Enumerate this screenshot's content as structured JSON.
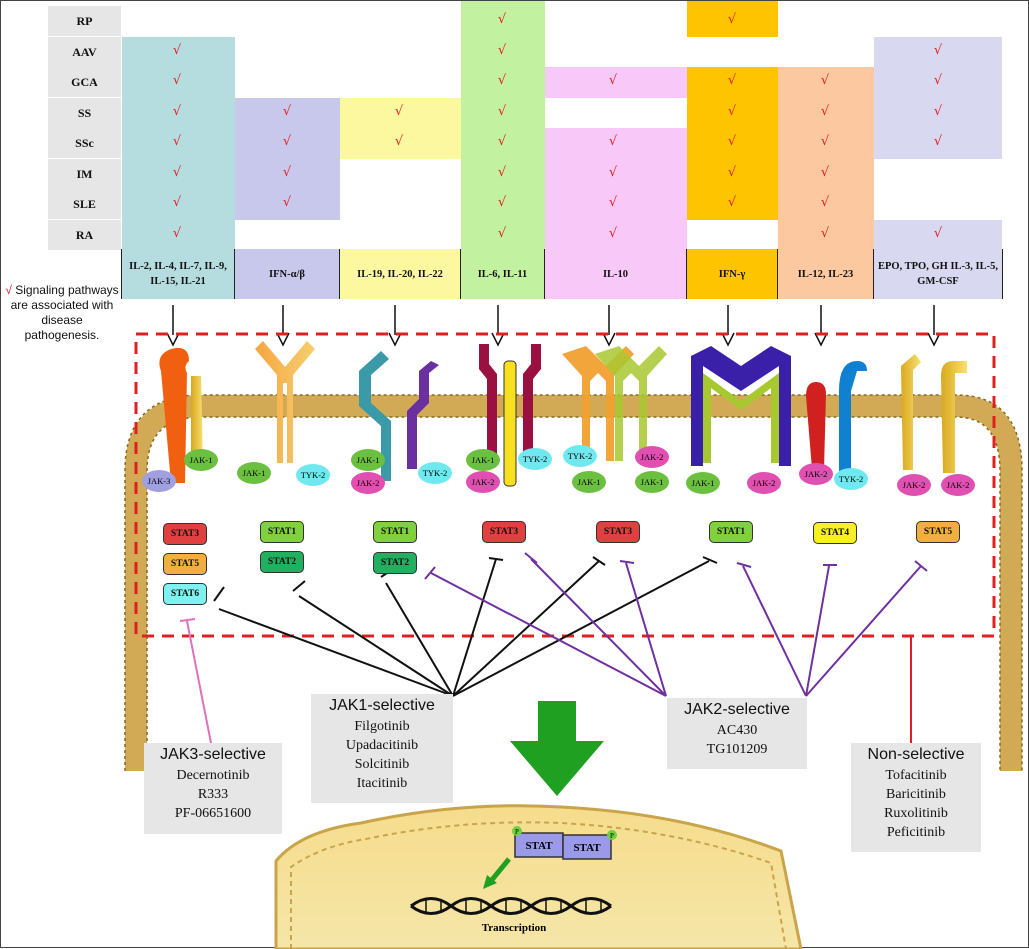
{
  "diseases": [
    "RP",
    "AAV",
    "GCA",
    "SS",
    "SSc",
    "IM",
    "SLE",
    "RA"
  ],
  "check_symbol": "√",
  "cytokines": [
    {
      "label": "IL-2, IL-4, IL-7, IL-9, IL-15, IL-21",
      "color": "#b5dde0"
    },
    {
      "label": "IFN-α/β",
      "color": "#c8c8ec"
    },
    {
      "label": "IL-19, IL-20, IL-22",
      "color": "#fbf8a0"
    },
    {
      "label": "IL-6, IL-11",
      "color": "#c2f2a0"
    },
    {
      "label": "IL-10",
      "color": "#f8c8f8"
    },
    {
      "label": "IFN-γ",
      "color": "#ffc400"
    },
    {
      "label": "IL-12, IL-23",
      "color": "#fbc8a0"
    },
    {
      "label": "EPO, TPO, GH IL-3, IL-5, GM-CSF",
      "color": "#d8d8f0"
    }
  ],
  "associations": [
    [
      false,
      true,
      true,
      true,
      true,
      true,
      true,
      true
    ],
    [
      false,
      false,
      false,
      true,
      true,
      true,
      true,
      false
    ],
    [
      false,
      false,
      false,
      true,
      true,
      false,
      false,
      false
    ],
    [
      true,
      true,
      true,
      true,
      true,
      true,
      true,
      true
    ],
    [
      false,
      false,
      true,
      false,
      true,
      true,
      true,
      true
    ],
    [
      true,
      false,
      true,
      true,
      true,
      true,
      true,
      false
    ],
    [
      false,
      false,
      true,
      true,
      true,
      true,
      true,
      true
    ],
    [
      false,
      true,
      true,
      true,
      true,
      false,
      false,
      true
    ]
  ],
  "legend": {
    "mark": "√",
    "text": "Signaling pathways are associated with disease pathogenesis."
  },
  "jaks": [
    {
      "name": "JAK-3",
      "color": "#a0a0e0"
    },
    {
      "name": "JAK-1",
      "color": "#6cc040"
    },
    {
      "name": "TYK-2",
      "color": "#70e8f0"
    },
    {
      "name": "JAK-2",
      "color": "#e050b0"
    }
  ],
  "stats": [
    {
      "name": "STAT3",
      "color": "#e04040"
    },
    {
      "name": "STAT5",
      "color": "#f0b040"
    },
    {
      "name": "STAT6",
      "color": "#80f0f0"
    },
    {
      "name": "STAT1",
      "color": "#80d040"
    },
    {
      "name": "STAT2",
      "color": "#20b060"
    },
    {
      "name": "STAT4",
      "color": "#f8f020"
    }
  ],
  "drug_groups": [
    {
      "title": "JAK3-selective",
      "drugs": [
        "Decernotinib",
        "R333",
        "PF-06651600"
      ]
    },
    {
      "title": "JAK1-selective",
      "drugs": [
        "Filgotinib",
        "Upadacitinib",
        "Solcitinib",
        "Itacitinib"
      ]
    },
    {
      "title": "JAK2-selective",
      "drugs": [
        "AC430",
        "TG101209"
      ]
    },
    {
      "title": "Non-selective",
      "drugs": [
        "Tofacitinib",
        "Baricitinib",
        "Ruxolitinib",
        "Peficitinib"
      ]
    }
  ],
  "nucleus": {
    "stat_label": "STAT",
    "phospho_label": "P",
    "transcription": "Transcription"
  }
}
